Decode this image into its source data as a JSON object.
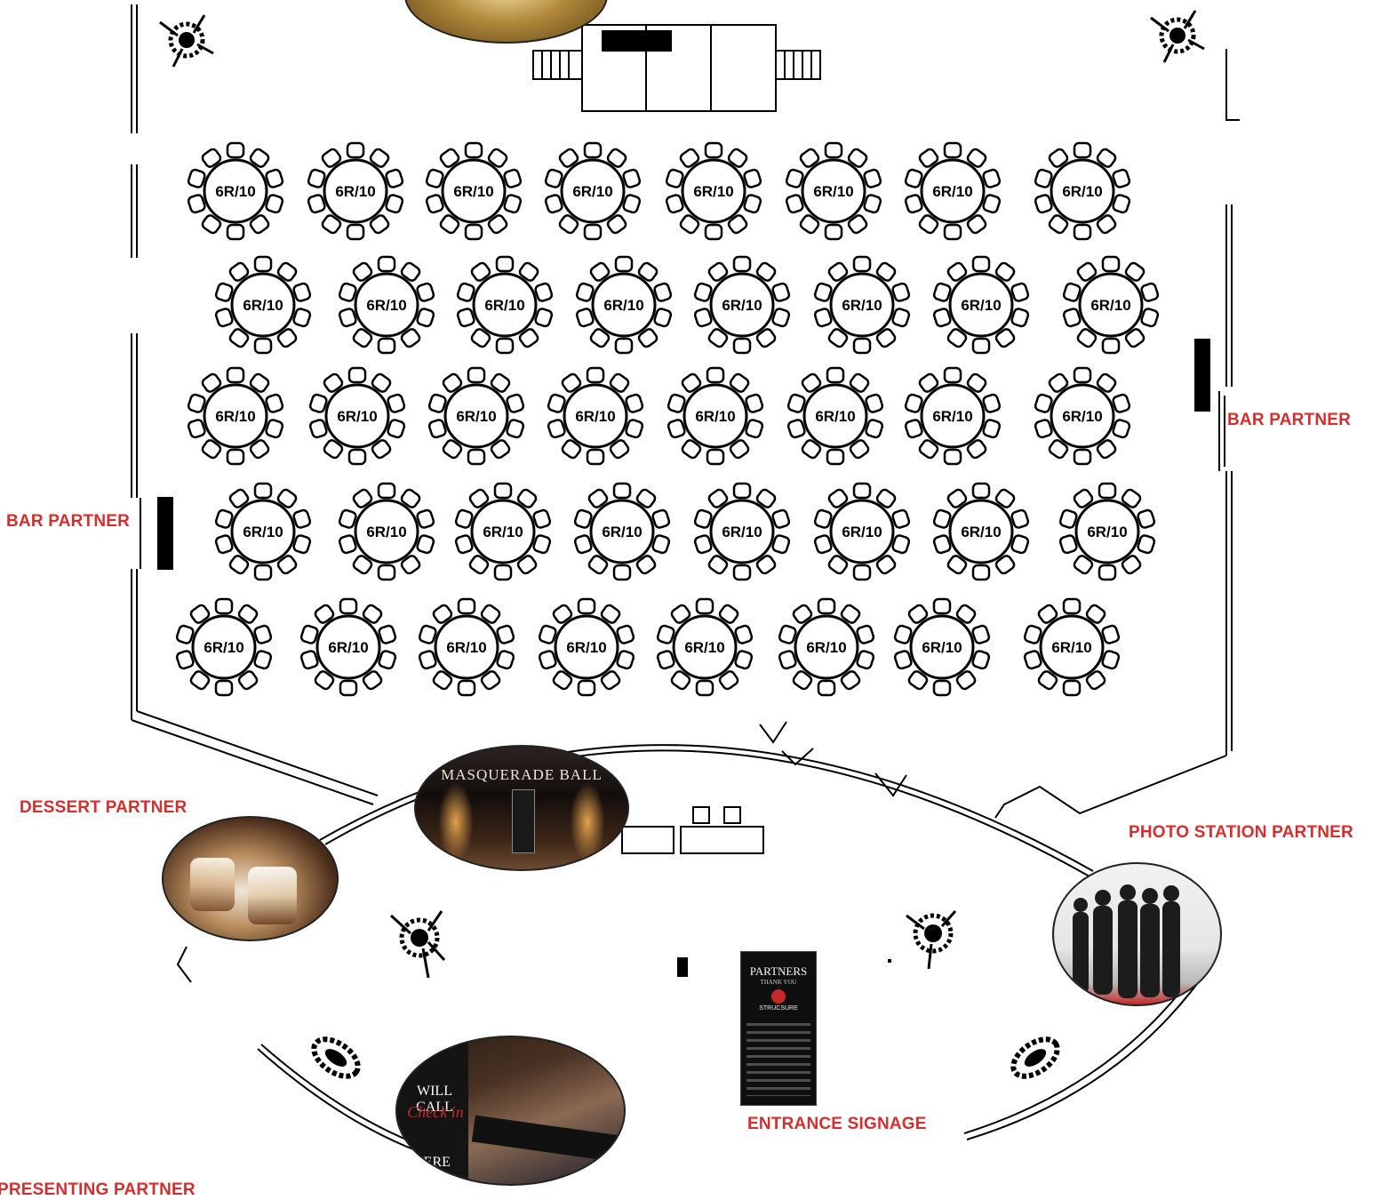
{
  "floor_plan": {
    "table_label": "6R/10",
    "table_rows": [
      {
        "count": 8
      },
      {
        "count": 8
      },
      {
        "count": 8
      },
      {
        "count": 8
      },
      {
        "count": 8
      }
    ]
  },
  "labels": {
    "bar_partner_right": "BAR PARTNER",
    "bar_partner_left": "BAR PARTNER",
    "dessert_partner": "DESSERT PARTNER",
    "photo_station_partner": "PHOTO STATION PARTNER",
    "entrance_signage": "ENTRANCE SIGNAGE",
    "presenting_partner": "PRESENTING PARTNER"
  },
  "photos": {
    "masquerade_sign": "MASQUERADE BALL",
    "will_call_line1": "WILL CALL",
    "will_call_line2": "Check in",
    "will_call_line3": "HERE",
    "banner_title": "PARTNERS",
    "banner_subtitle": "THANK YOU",
    "banner_sponsor": "STRUCSURE"
  },
  "colors": {
    "label": "#d32f2f",
    "line": "#000000"
  }
}
